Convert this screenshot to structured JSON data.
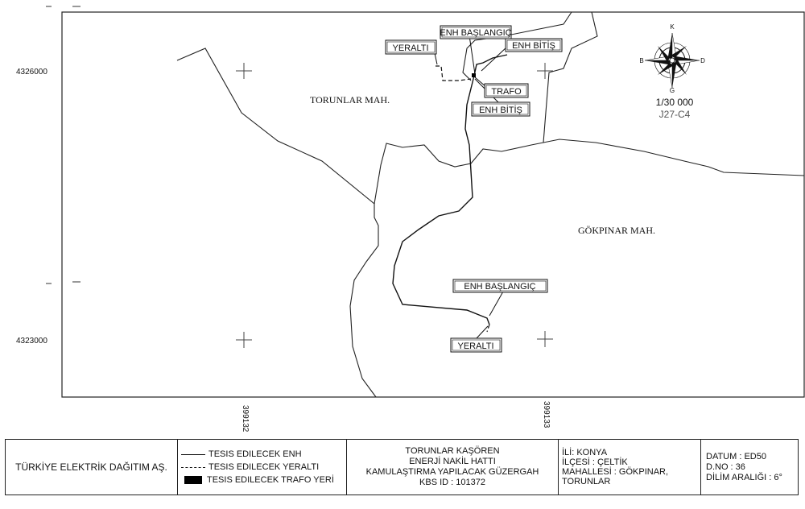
{
  "map": {
    "coords": {
      "northing_top": "4326000",
      "northing_bottom": "4323000",
      "easting_left": "399132",
      "easting_right": "399133"
    },
    "neighborhoods": {
      "torunlar": "TORUNLAR MAH.",
      "gokpinar": "GÖKPINAR MAH."
    },
    "callouts": {
      "north_yeralti": "YERALTI",
      "north_enh_baslangic": "ENH BAŞLANGIÇ",
      "north_enh_bitis_right": "ENH BİTİŞ",
      "trafo": "TRAFO",
      "north_enh_bitis_lower": "ENH BİTİŞ",
      "south_enh_baslangic": "ENH BAŞLANGIÇ",
      "south_yeralti": "YERALTI"
    },
    "compass": {
      "n": "K",
      "e": "D",
      "s": "G",
      "w": "B",
      "icon": "compass-rose-icon"
    },
    "scale": "1/30 000",
    "sheet": "J27-C4"
  },
  "title_block": {
    "company": "TÜRKİYE ELEKTRİK DAĞITIM AŞ.",
    "legend": {
      "enh": "TESIS EDILECEK ENH",
      "yeralti": "TESIS EDILECEK YERALTI",
      "trafo": "TESIS EDILECEK TRAFO YERİ"
    },
    "project": {
      "line1": "TORUNLAR KAŞÖREN",
      "line2": "ENERJİ NAKİL HATTI",
      "line3": "KAMULAŞTIRMA YAPILACAK GÜZERGAH",
      "line4": "KBS ID : 101372"
    },
    "location": {
      "il": "İLİ: KONYA",
      "ilce": "İLÇESİ : ÇELTİK",
      "mahalle": "MAHALLESİ : GÖKPINAR,",
      "mahalle2": "TORUNLAR"
    },
    "datum": {
      "datum": "DATUM : ED50",
      "dno": "D.NO : 36",
      "dilim": "DİLİM ARALIĞI : 6°"
    }
  }
}
